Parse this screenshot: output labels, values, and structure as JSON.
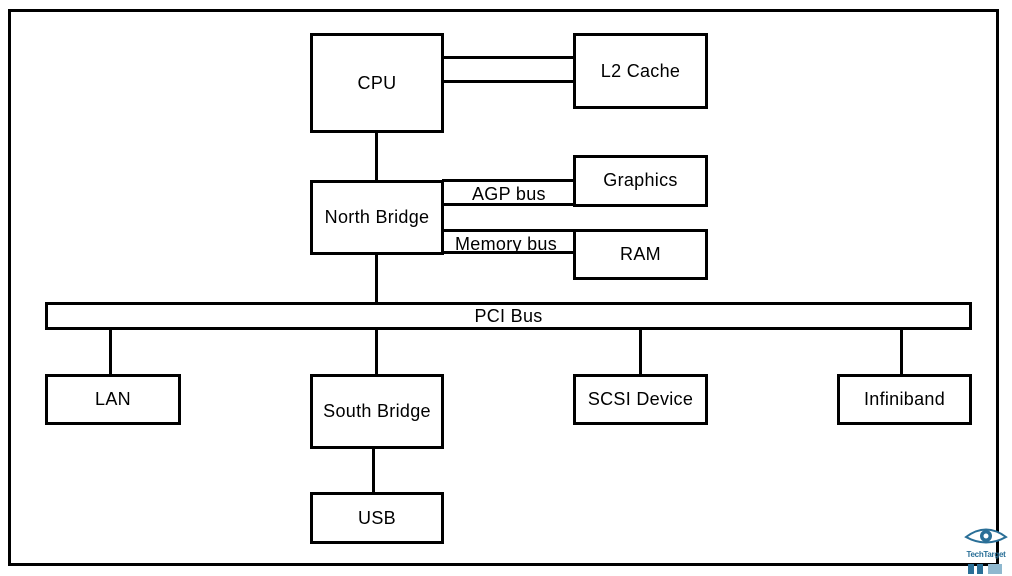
{
  "diagram": {
    "nodes": {
      "cpu": "CPU",
      "l2_cache": "L2 Cache",
      "north_bridge": "North Bridge",
      "graphics": "Graphics",
      "ram": "RAM",
      "pci_bus": "PCI Bus",
      "lan": "LAN",
      "south_bridge": "South Bridge",
      "scsi_device": "SCSI Device",
      "infiniband": "Infiniband",
      "usb": "USB"
    },
    "edge_labels": {
      "agp_bus": "AGP bus",
      "memory_bus": "Memory bus"
    }
  },
  "logo": {
    "text": "TechTarget"
  }
}
